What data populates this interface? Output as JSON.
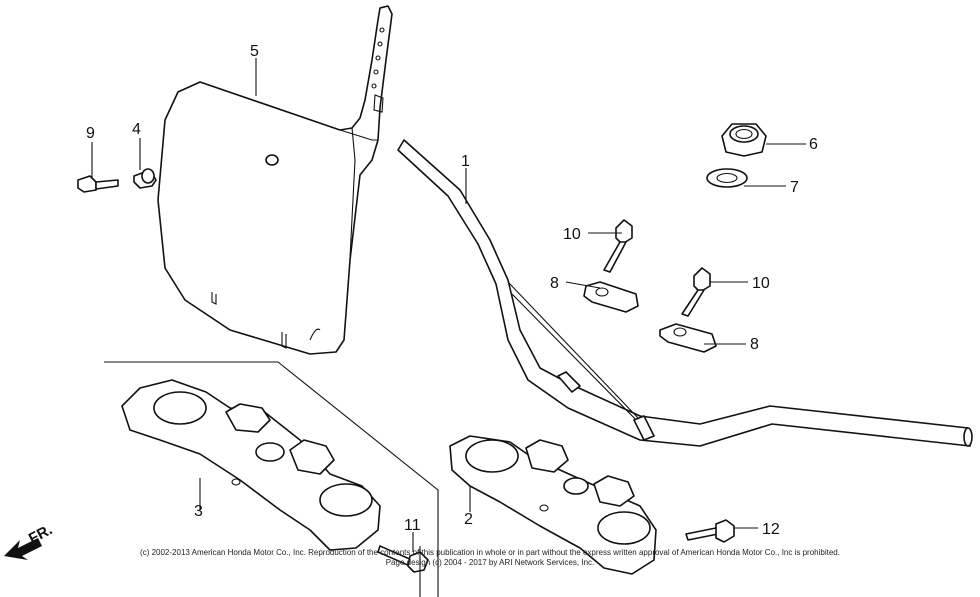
{
  "diagram": {
    "callouts": {
      "c1": "1",
      "c2": "2",
      "c3": "3",
      "c4": "4",
      "c5": "5",
      "c6": "6",
      "c7": "7",
      "c8a": "8",
      "c8b": "8",
      "c9": "9",
      "c10a": "10",
      "c10b": "10",
      "c11": "11",
      "c12": "12"
    },
    "direction_label": "FR.",
    "copyright_line1": "(c) 2002-2013 American Honda Motor Co., Inc. Reproduction of the contents of this publication in whole or in part without the express written approval of American Honda Motor Co., Inc is prohibited.",
    "copyright_line2": "Page design (c) 2004 - 2017 by ARI Network Services, Inc."
  }
}
